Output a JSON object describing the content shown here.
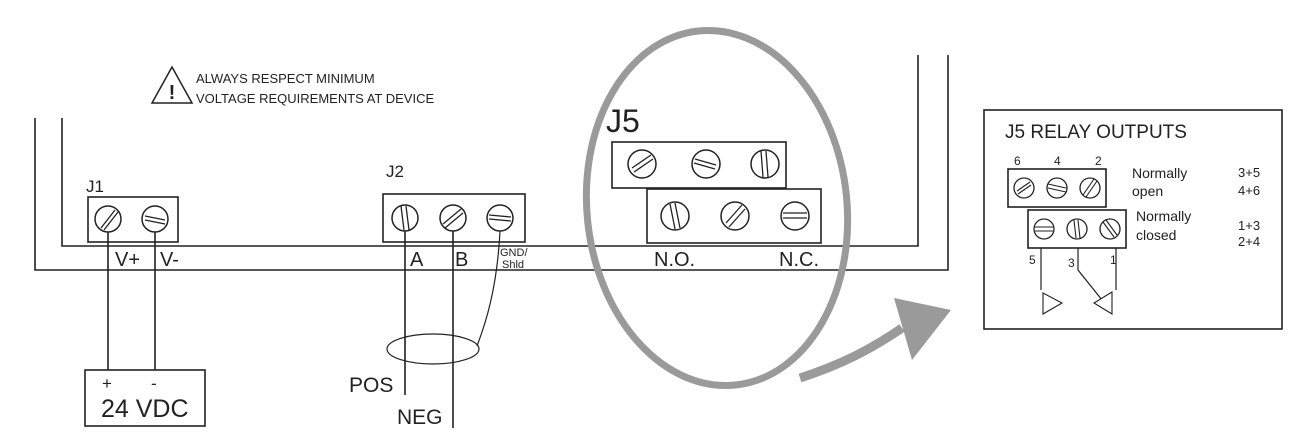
{
  "warning": {
    "line1": "ALWAYS RESPECT MINIMUM",
    "line2": "VOLTAGE REQUIREMENTS AT DEVICE",
    "icon": "warning-triangle-icon"
  },
  "j1": {
    "label": "J1",
    "pins": [
      "V+",
      "V-"
    ]
  },
  "power": {
    "plus": "+",
    "minus": "-",
    "label": "24 VDC"
  },
  "j2": {
    "label": "J2",
    "pins": [
      "A",
      "B"
    ],
    "gnd_line1": "GND/",
    "gnd_line2": "Shld",
    "pos": "POS",
    "neg": "NEG"
  },
  "j5": {
    "label": "J5",
    "no": "N.O.",
    "nc": "N.C."
  },
  "detail": {
    "title": "J5 RELAY OUTPUTS",
    "top_pins": [
      "6",
      "4",
      "2"
    ],
    "bottom_pins": [
      "5",
      "3",
      "1"
    ],
    "normally_open_line1": "Normally",
    "normally_open_line2": "open",
    "normally_closed_line1": "Normally",
    "normally_closed_line2": "closed",
    "open_pairs": [
      "3+5",
      "4+6"
    ],
    "closed_pairs": [
      "1+3",
      "2+4"
    ]
  },
  "colors": {
    "line": "#222222",
    "highlight": "#9a9a9a"
  }
}
